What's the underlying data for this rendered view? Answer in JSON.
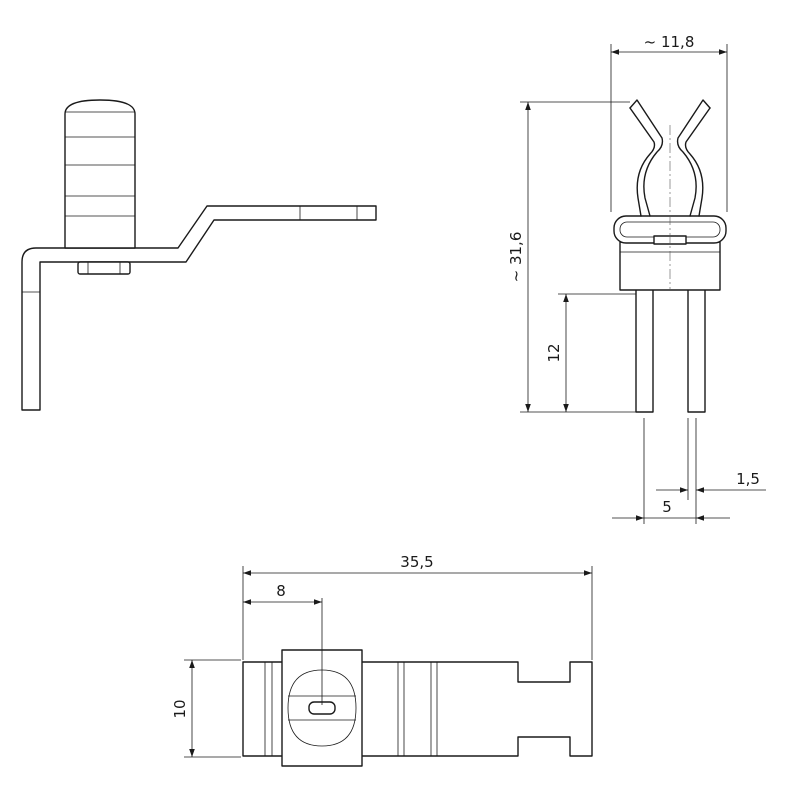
{
  "dimensions": {
    "width_top": "~ 11,8",
    "height_total": "~ 31,6",
    "pin_length": "12",
    "pin_thickness": "1,5",
    "pin_spacing": "5",
    "length_total": "35,5",
    "clip_offset": "8",
    "body_width": "10"
  }
}
